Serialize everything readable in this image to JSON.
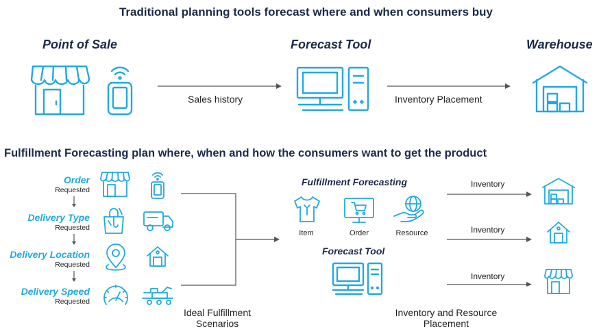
{
  "top": {
    "title": "Traditional planning tools forecast where and when consumers buy",
    "pos_label": "Point of Sale",
    "forecast_label": "Forecast Tool",
    "warehouse_label": "Warehouse",
    "arrow1_label": "Sales history",
    "arrow2_label": "Inventory Placement"
  },
  "bottom": {
    "title": "Fulfillment Forecasting plan where, when and how the consumers want to get the product",
    "steps": [
      {
        "label": "Order",
        "sub": "Requested"
      },
      {
        "label": "Delivery Type",
        "sub": "Requested"
      },
      {
        "label": "Delivery Location",
        "sub": "Requested"
      },
      {
        "label": "Delivery Speed",
        "sub": "Requested"
      }
    ],
    "scenarios_label": "Ideal Fulfillment\nScenarios",
    "ff_label": "Fulfillment Forecasting",
    "ff_items": [
      "Item",
      "Order",
      "Resource"
    ],
    "forecast_tool_label": "Forecast Tool",
    "placement_label": "Inventory and Resource\nPlacement",
    "inventory_labels": [
      "Inventory",
      "Inventory",
      "Inventory"
    ]
  },
  "colors": {
    "accent": "#1fa8e6",
    "title": "#1b2a4a"
  },
  "icons": [
    "store-icon",
    "phone-icon",
    "computer-icon",
    "warehouse-icon",
    "shopping-bag-icon",
    "truck-icon",
    "location-pin-icon",
    "house-icon",
    "speedometer-icon",
    "conveyor-icon",
    "shirt-icon",
    "cart-screen-icon",
    "globe-hand-icon"
  ]
}
